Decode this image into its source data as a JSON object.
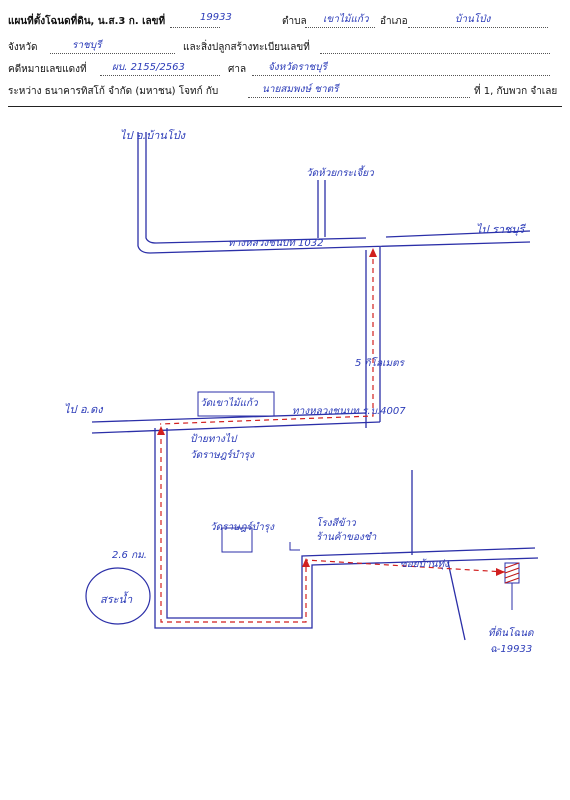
{
  "form": {
    "title_label": "แผนที่ตั้งโฉนดที่ดิน, น.ส.3 ก. เลขที่",
    "deed_number": "19933",
    "subdistrict_label": "ตำบล",
    "subdistrict": "เขาไม้แก้ว",
    "district_label": "อำเภอ",
    "district": "บ้านโป่ง",
    "province_label": "จังหวัด",
    "province": "ราชบุรี",
    "building_label": "และสิ่งปลูกสร้างทะเบียนเลขที่",
    "case_label": "คดีหมายเลขแดงที่",
    "case_number": "ผบ. 2155/2563",
    "court_label": "ศาล",
    "court": "จังหวัดราชบุรี",
    "parties_label": "ระหว่าง  ธนาคารทิสโก้ จำกัด (มหาชน)  โจทก์ กับ",
    "defendant": "นายสมพงษ์ ชาตรี",
    "sheet_label": "ที่ 1, กับพวก  จำเลย"
  },
  "map": {
    "to_north_left": "ไป อ.บ้านโป่ง",
    "temple_top": "วัดห้วยกระเจี้ยว",
    "to_right_top": "ไป ราชบุรี",
    "road_top": "ทางหลวงชนบท 1032",
    "distance_5km": "5 กิโลเมตร",
    "to_left_mid": "ไป อ.ดง",
    "temple_mid": "วัดเขาไม้แก้ว",
    "road_mid": "ทางหลวงชนบท ร.บ.4007",
    "turn_note": "ป้ายทางไป",
    "turn_note2": "วัดราษฎร์บำรุง",
    "distance_2km": "2.6 กม.",
    "school": "วัดราษฎร์บำรุง",
    "factory": "โรงสีข้าว",
    "factory2": "ร้านค้าของชำ",
    "soi": "ซอยบ้านทุ่ง",
    "pond": "สระน้ำ",
    "parcel_label": "ที่ดินโฉนด",
    "parcel_number": "ฉ-19933"
  },
  "colors": {
    "ink": "#2b3bb8",
    "route": "#d11f1f",
    "road": "#2b2fa8"
  }
}
